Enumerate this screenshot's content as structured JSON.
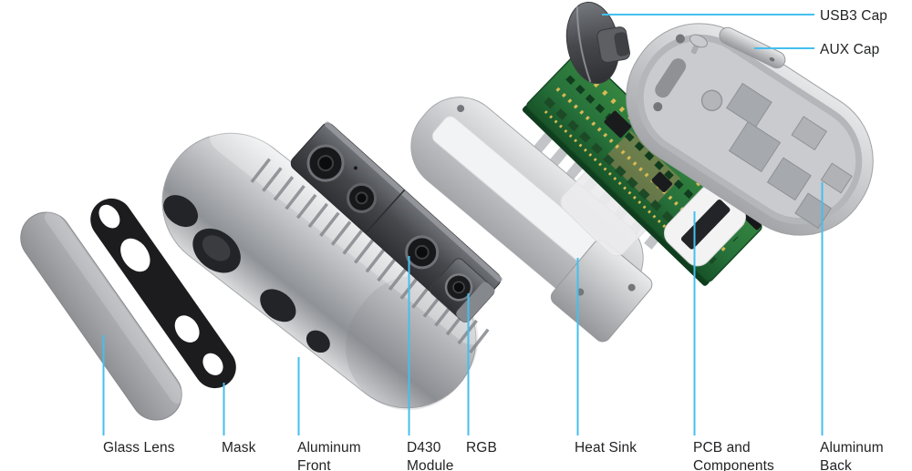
{
  "diagram": {
    "subject": "Depth camera exploded view",
    "colors": {
      "background": "#ffffff",
      "leader_line": "#44bfee",
      "label_text": "#222325",
      "pcb_green": "#2e7a3c",
      "metal_light": "#c6c8cb",
      "metal_dark": "#46484c",
      "mask_black": "#1c1c1f"
    },
    "parts": [
      {
        "id": "glass-lens",
        "label": "Glass Lens"
      },
      {
        "id": "mask",
        "label": "Mask"
      },
      {
        "id": "aluminum-front",
        "label": "Aluminum\nFront"
      },
      {
        "id": "d430-module",
        "label": "D430\nModule"
      },
      {
        "id": "rgb",
        "label": "RGB"
      },
      {
        "id": "heat-sink",
        "label": "Heat Sink"
      },
      {
        "id": "pcb-and-components",
        "label": "PCB and\nComponents"
      },
      {
        "id": "aluminum-back",
        "label": "Aluminum\nBack"
      },
      {
        "id": "usb3-cap",
        "label": "USB3 Cap"
      },
      {
        "id": "aux-cap",
        "label": "AUX Cap"
      }
    ]
  }
}
